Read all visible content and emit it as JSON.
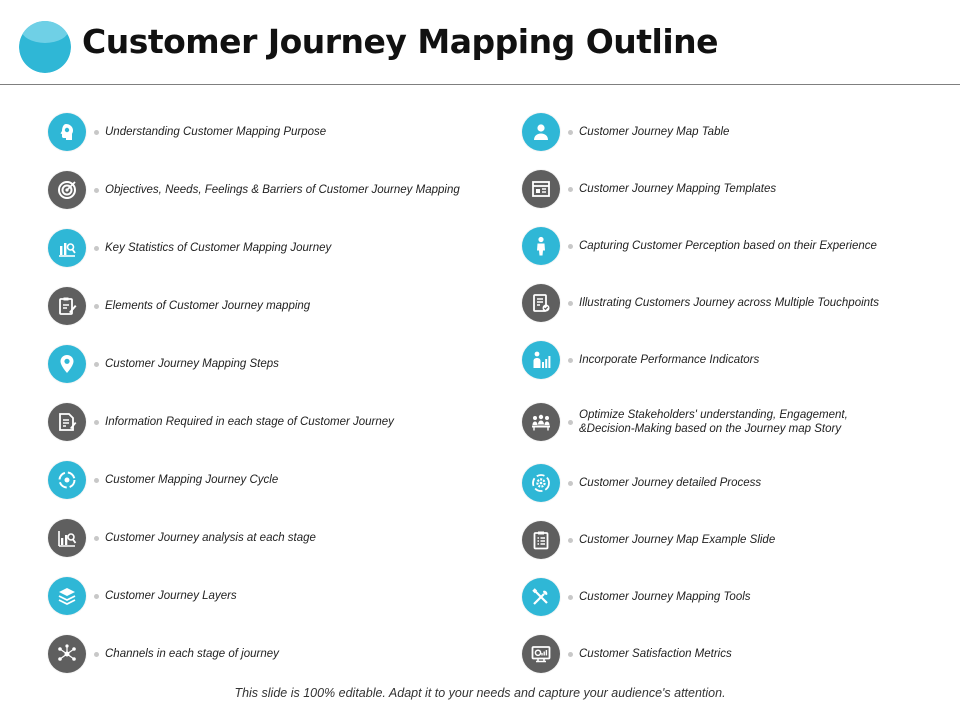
{
  "slide": {
    "title": "Customer Journey Mapping Outline",
    "footer": "This slide is 100% editable. Adapt it to your needs and capture your audience's attention.",
    "colors": {
      "accent": "#2fb7d6",
      "dark": "#5f5f5f",
      "rule": "#7f7f7f",
      "dot": "#c8c8c8"
    }
  },
  "left_items": [
    {
      "label": "Understanding Customer Mapping Purpose",
      "icon": "head-gears-icon",
      "color": "#2fb7d6"
    },
    {
      "label": "Objectives, Needs, Feelings & Barriers of Customer Journey Mapping",
      "icon": "target-icon",
      "color": "#5f5f5f"
    },
    {
      "label": "Key Statistics of Customer Mapping Journey",
      "icon": "bar-chart-search-icon",
      "color": "#2fb7d6"
    },
    {
      "label": "Elements of Customer Journey mapping",
      "icon": "clipboard-edit-icon",
      "color": "#5f5f5f"
    },
    {
      "label": "Customer Journey Mapping Steps",
      "icon": "location-pin-icon",
      "color": "#2fb7d6"
    },
    {
      "label": "Information Required in each stage of Customer Journey",
      "icon": "document-pen-icon",
      "color": "#5f5f5f"
    },
    {
      "label": "Customer Mapping Journey Cycle",
      "icon": "cycle-arrows-icon",
      "color": "#2fb7d6"
    },
    {
      "label": "Customer Journey analysis at each stage",
      "icon": "chart-magnifier-icon",
      "color": "#5f5f5f"
    },
    {
      "label": "Customer Journey Layers",
      "icon": "layers-icon",
      "color": "#2fb7d6"
    },
    {
      "label": "Channels in each stage of journey",
      "icon": "network-icon",
      "color": "#5f5f5f"
    }
  ],
  "right_items": [
    {
      "label": "Customer Journey Map Table",
      "icon": "user-icon",
      "color": "#2fb7d6"
    },
    {
      "label": "Customer Journey Mapping Templates",
      "icon": "template-icon",
      "color": "#5f5f5f"
    },
    {
      "label": "Capturing Customer Perception based on their Experience",
      "icon": "businessman-icon",
      "color": "#2fb7d6"
    },
    {
      "label": "Illustrating Customers Journey across Multiple Touchpoints",
      "icon": "checklist-icon",
      "color": "#5f5f5f"
    },
    {
      "label": "Incorporate Performance Indicators",
      "icon": "presenter-chart-icon",
      "color": "#2fb7d6"
    },
    {
      "label": "Optimize Stakeholders' understanding, Engagement, &Decision-Making based on the Journey map Story",
      "line2": "",
      "icon": "team-meeting-icon",
      "color": "#5f5f5f"
    },
    {
      "label": "Customer Journey detailed Process",
      "icon": "gear-cycle-icon",
      "color": "#2fb7d6"
    },
    {
      "label": "Customer Journey Map Example Slide",
      "icon": "clipboard-list-icon",
      "color": "#5f5f5f"
    },
    {
      "label": "Customer Journey Mapping Tools",
      "icon": "tools-icon",
      "color": "#2fb7d6"
    },
    {
      "label": "Customer Satisfaction Metrics",
      "icon": "monitor-chart-icon",
      "color": "#5f5f5f"
    }
  ]
}
